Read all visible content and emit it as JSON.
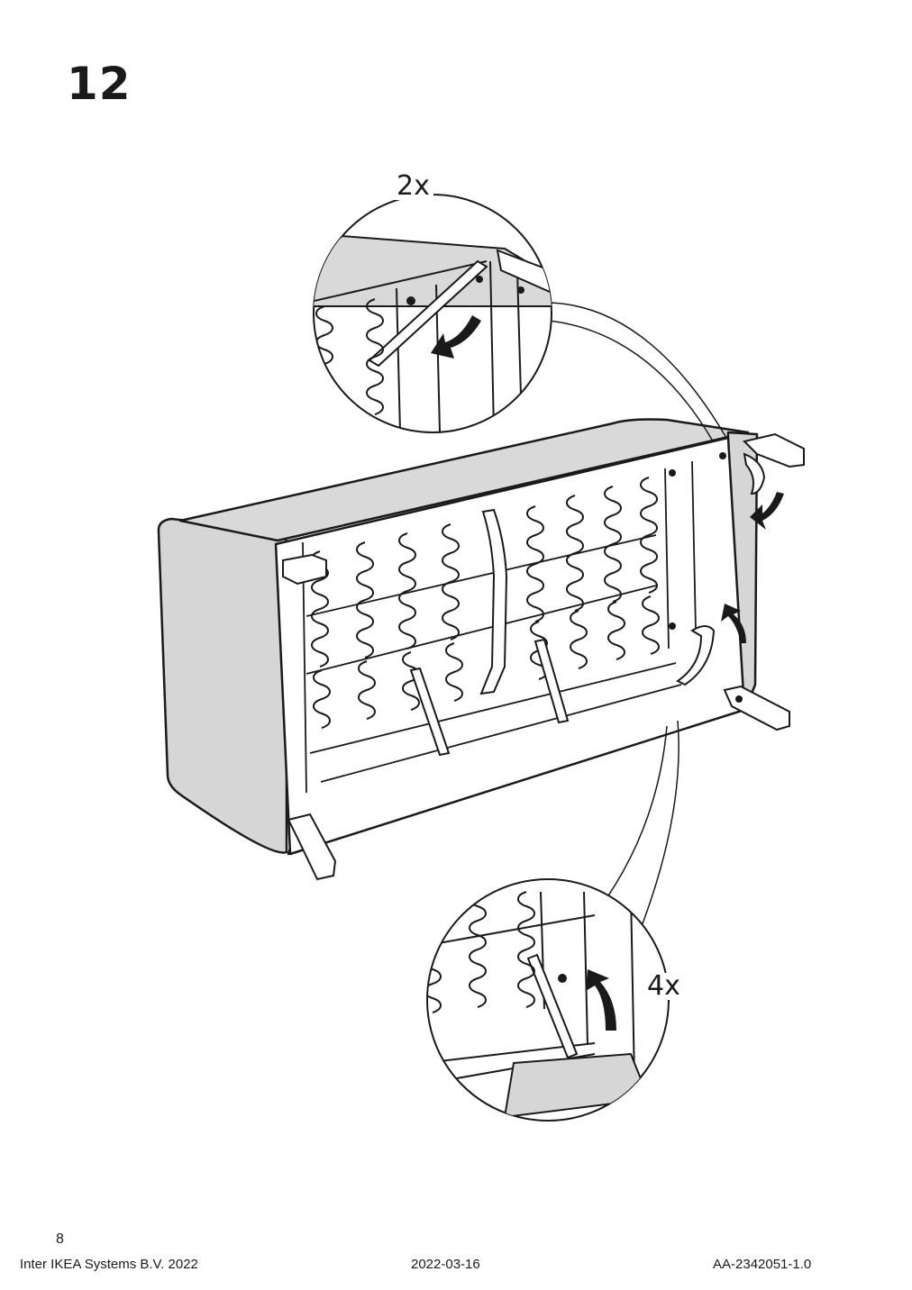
{
  "step": {
    "number": "12"
  },
  "callouts": {
    "top_quantity": "2x",
    "bottom_quantity": "4x"
  },
  "illustration": {
    "icons": [
      "sofa-underside",
      "zoom-detail-circle",
      "curved-arrow"
    ],
    "colors": {
      "ink": "#1a1a1a",
      "fabric": "#d6d6d6",
      "frame": "#ffffff"
    }
  },
  "footer": {
    "page_number": "8",
    "copyright": "Inter IKEA Systems B.V. 2022",
    "date": "2022-03-16",
    "doc_id": "AA-2342051-1.0"
  }
}
